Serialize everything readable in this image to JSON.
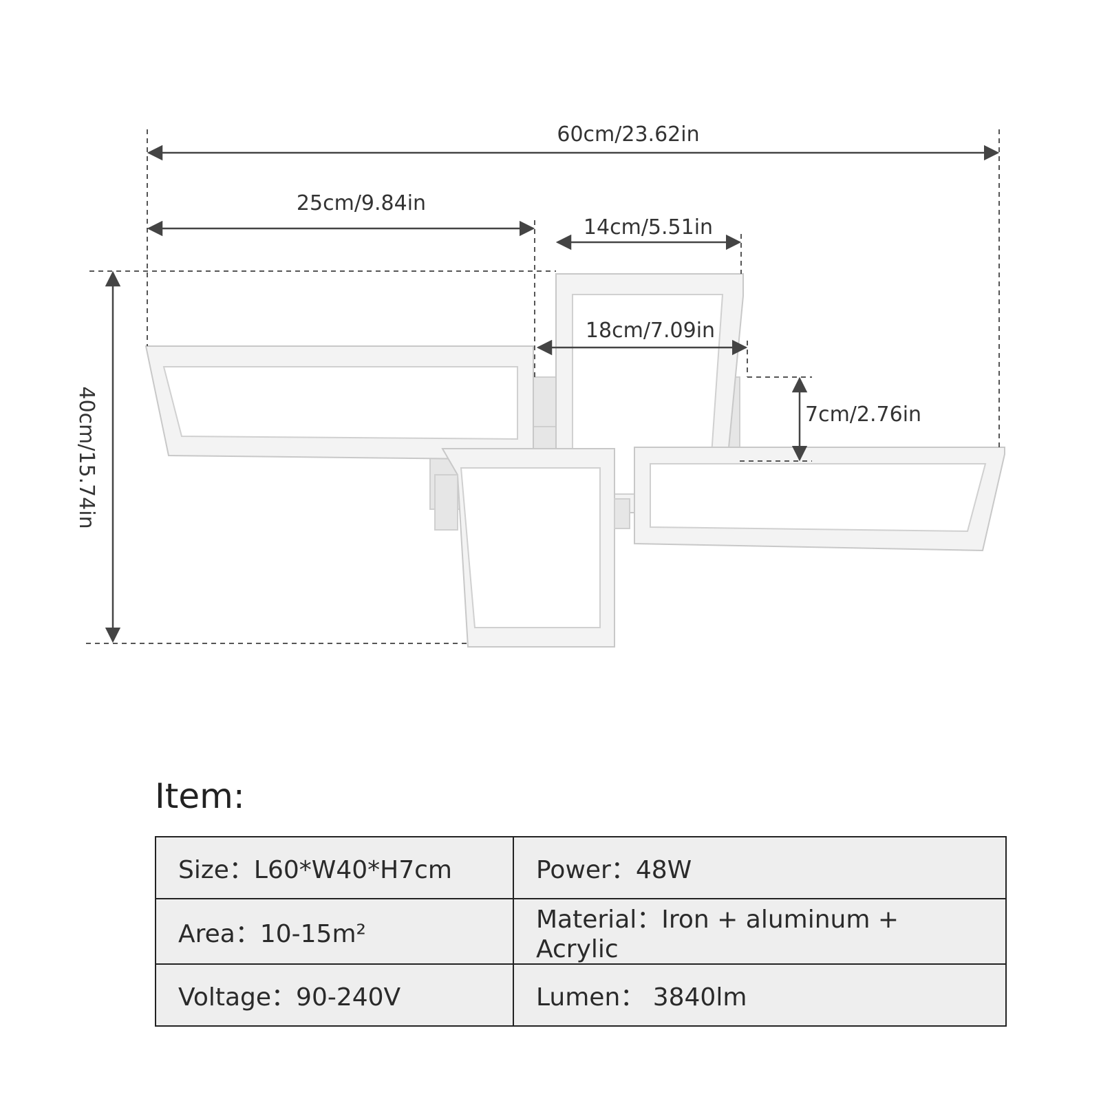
{
  "dimensions": {
    "overall_length": "60cm/23.62in",
    "left_frame_length": "25cm/9.84in",
    "top_frame_width": "14cm/5.51in",
    "center_span": "18cm/7.09in",
    "height": "7cm/2.76in",
    "overall_width": "40cm/15.74in"
  },
  "item": {
    "title": "Item:",
    "rows": [
      {
        "left": "Size：L60*W40*H7cm",
        "right": "Power：48W"
      },
      {
        "left": "Area：10-15m²",
        "right": "Material：Iron + aluminum + Acrylic"
      },
      {
        "left": "Voltage：90-240V",
        "right": "Lumen： 3840lm"
      }
    ]
  }
}
